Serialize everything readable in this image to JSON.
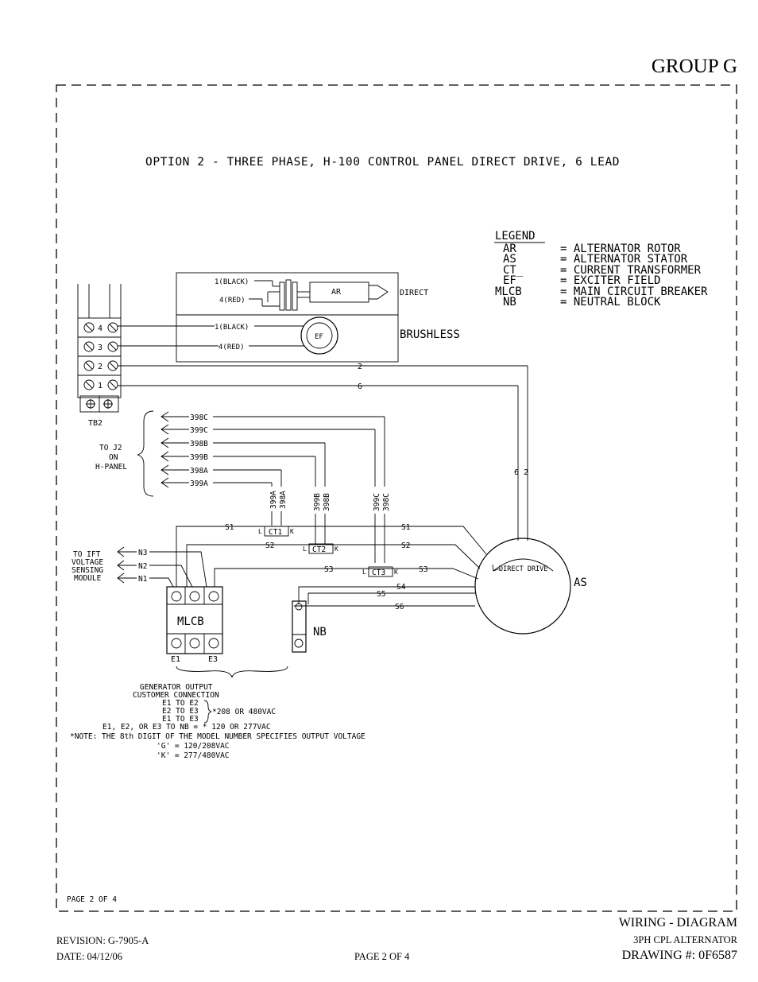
{
  "header": {
    "group": "GROUP G"
  },
  "title": "OPTION 2 - THREE PHASE, H-100 CONTROL PANEL DIRECT DRIVE, 6 LEAD",
  "legend": {
    "heading": "LEGEND",
    "items": [
      {
        "abbr": "AR",
        "meaning": "= ALTERNATOR ROTOR"
      },
      {
        "abbr": "AS",
        "meaning": "= ALTERNATOR STATOR"
      },
      {
        "abbr": "CT_",
        "meaning": "= CURRENT TRANSFORMER"
      },
      {
        "abbr": "EF",
        "meaning": "= EXCITER FIELD"
      },
      {
        "abbr": "MLCB",
        "meaning": "= MAIN CIRCUIT BREAKER"
      },
      {
        "abbr": "NB",
        "meaning": "= NEUTRAL BLOCK"
      }
    ]
  },
  "labels": {
    "black1": "1(BLACK)",
    "red4": "4(RED)",
    "ar": "AR",
    "direct": "DIRECT",
    "ef": "EF",
    "brushless": "BRUSHLESS",
    "tb_terminals": [
      "4",
      "3",
      "2",
      "1"
    ],
    "tb2": "TB2",
    "wire2": "2",
    "wire6": "6",
    "wires62": "6 2",
    "j2_wires": [
      "398C",
      "399C",
      "398B",
      "399B",
      "398A",
      "399A"
    ],
    "to_j2": [
      "TO J2",
      "ON",
      "H-PANEL"
    ],
    "ct_vertical": [
      "399A",
      "398A",
      "399B",
      "398B",
      "399C",
      "398C"
    ],
    "ct_names": [
      "CT1",
      "CT2",
      "CT3"
    ],
    "ct_l": "L",
    "ct_k": "K",
    "s_wires": [
      "S1",
      "S2",
      "S3",
      "S4",
      "S5",
      "S6"
    ],
    "n_wires": [
      "N3",
      "N2",
      "N1"
    ],
    "to_ift": [
      "TO IFT",
      "VOLTAGE",
      "SENSING",
      "MODULE"
    ],
    "mlcb": "MLCB",
    "e1": "E1",
    "e3": "E3",
    "nb": "NB",
    "direct_drive": "DIRECT DRIVE",
    "as": "AS",
    "page_inner": "PAGE 2 OF 4"
  },
  "notes": [
    "GENERATOR OUTPUT",
    "CUSTOMER CONNECTION",
    "E1 TO E2",
    "E2 TO E3",
    "E1 TO E3",
    "*208 OR 480VAC",
    "E1, E2, OR E3 TO NB = * 120 OR 277VAC",
    "*NOTE: THE 8th DIGIT OF THE MODEL NUMBER SPECIFIES OUTPUT VOLTAGE",
    "'G' = 120/208VAC",
    "'K' = 277/480VAC"
  ],
  "footer": {
    "wiring_diagram": "WIRING - DIAGRAM",
    "subtitle": "3PH CPL ALTERNATOR",
    "drawing": "DRAWING #: 0F6587",
    "revision": "REVISION: G-7905-A",
    "date": "DATE: 04/12/06",
    "page": "PAGE 2 OF 4"
  }
}
